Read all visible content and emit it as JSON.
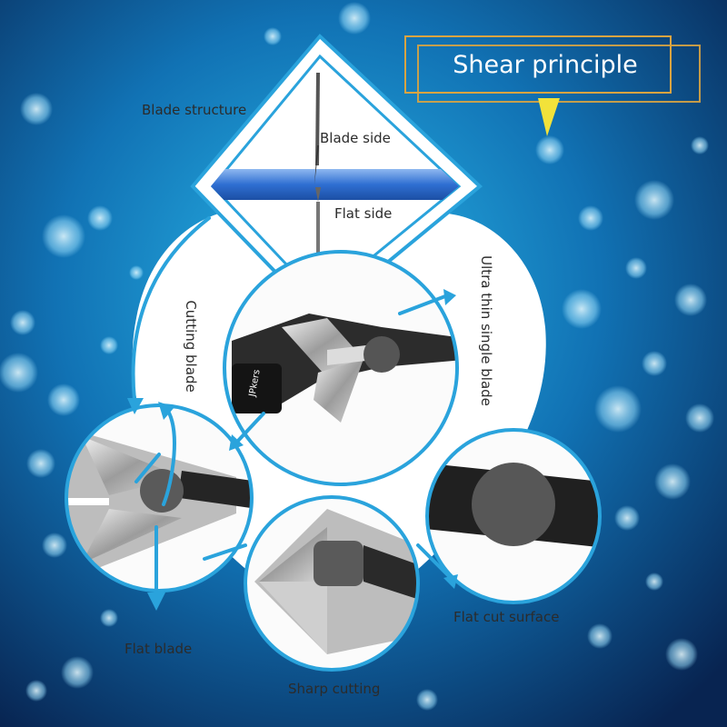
{
  "title": "Shear principle",
  "labels": {
    "blade_structure": "Blade structure",
    "blade_side": "Blade side",
    "flat_side": "Flat side",
    "cutting_blade": "Cutting blade",
    "ultra_thin_single_blade": "Ultra thin single blade",
    "flat_blade": "Flat blade",
    "sharp_cutting": "Sharp cutting",
    "flat_cut_surface": "Flat cut surface"
  },
  "brand_logo_text": "JPkers",
  "colors": {
    "background_dark": "#0a2a55",
    "background_light": "#1a9bd6",
    "accent_blue": "#2a9fd8",
    "title_box": "#d9a441",
    "pointer": "#f2e23a",
    "wire": "#3b7fd9"
  }
}
